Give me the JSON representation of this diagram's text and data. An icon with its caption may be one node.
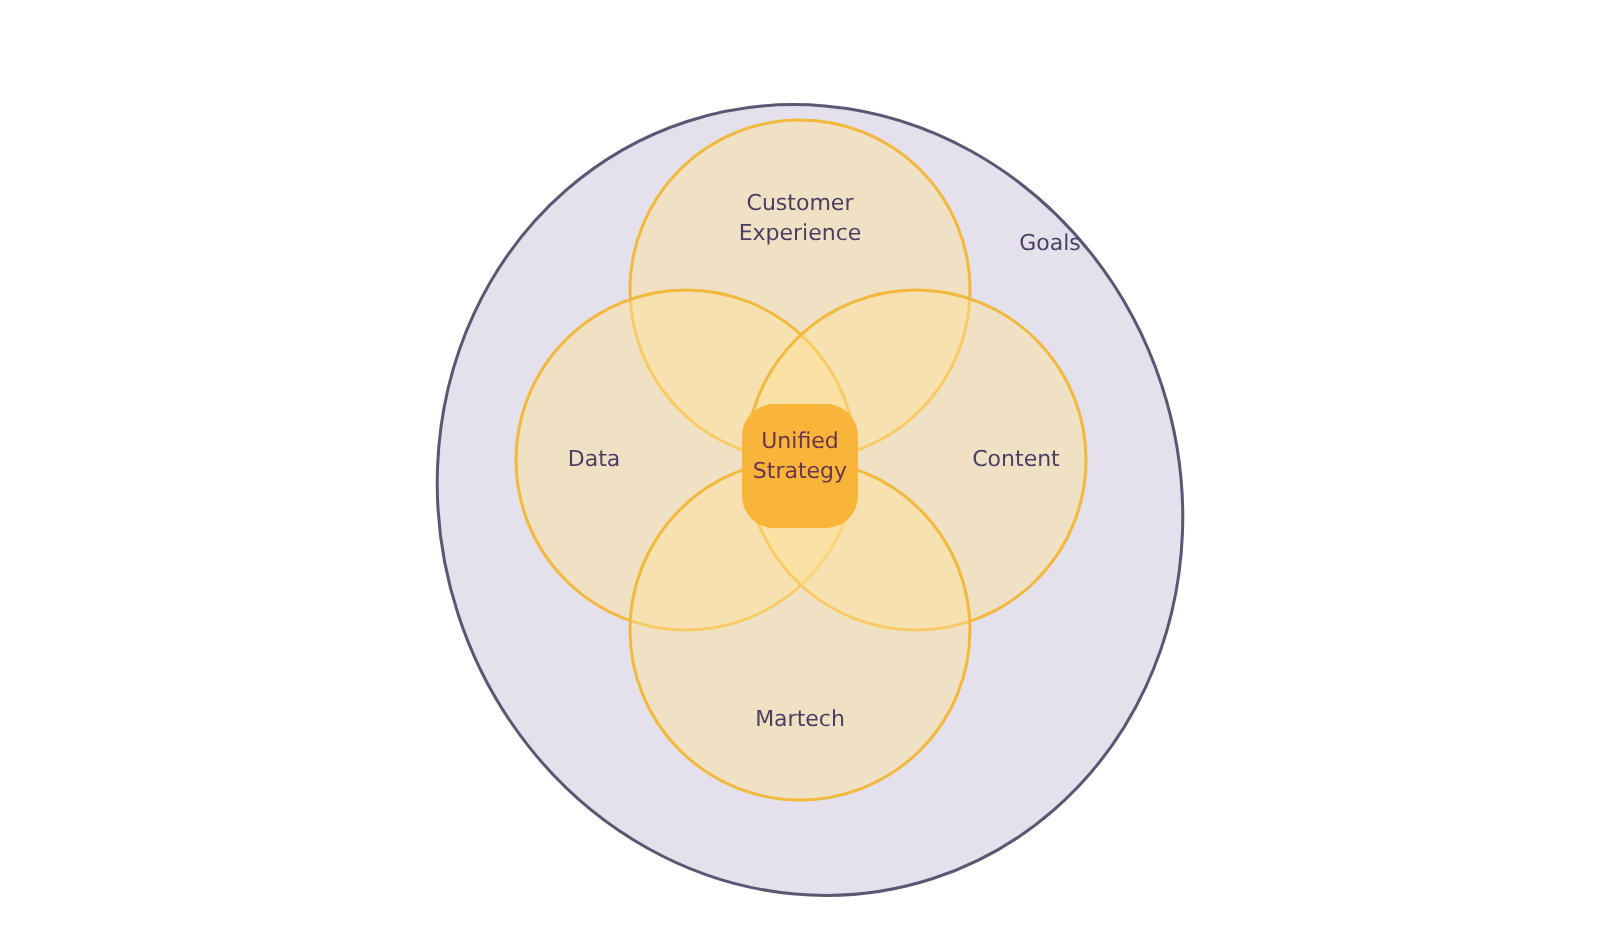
{
  "diagram": {
    "nodes": [
      {
        "text": [
          "Goals"
        ]
      },
      {
        "text": [
          "Customer Experience"
        ],
        "in": 0
      },
      {
        "text": [
          "Data"
        ],
        "in": 0
      },
      {
        "text": [
          "Content"
        ],
        "in": 0
      },
      {
        "text": [
          "Martech"
        ],
        "in": 0
      },
      {
        "text": [
          "Unified Strategy"
        ]
      }
    ],
    "edges": []
  }
}
